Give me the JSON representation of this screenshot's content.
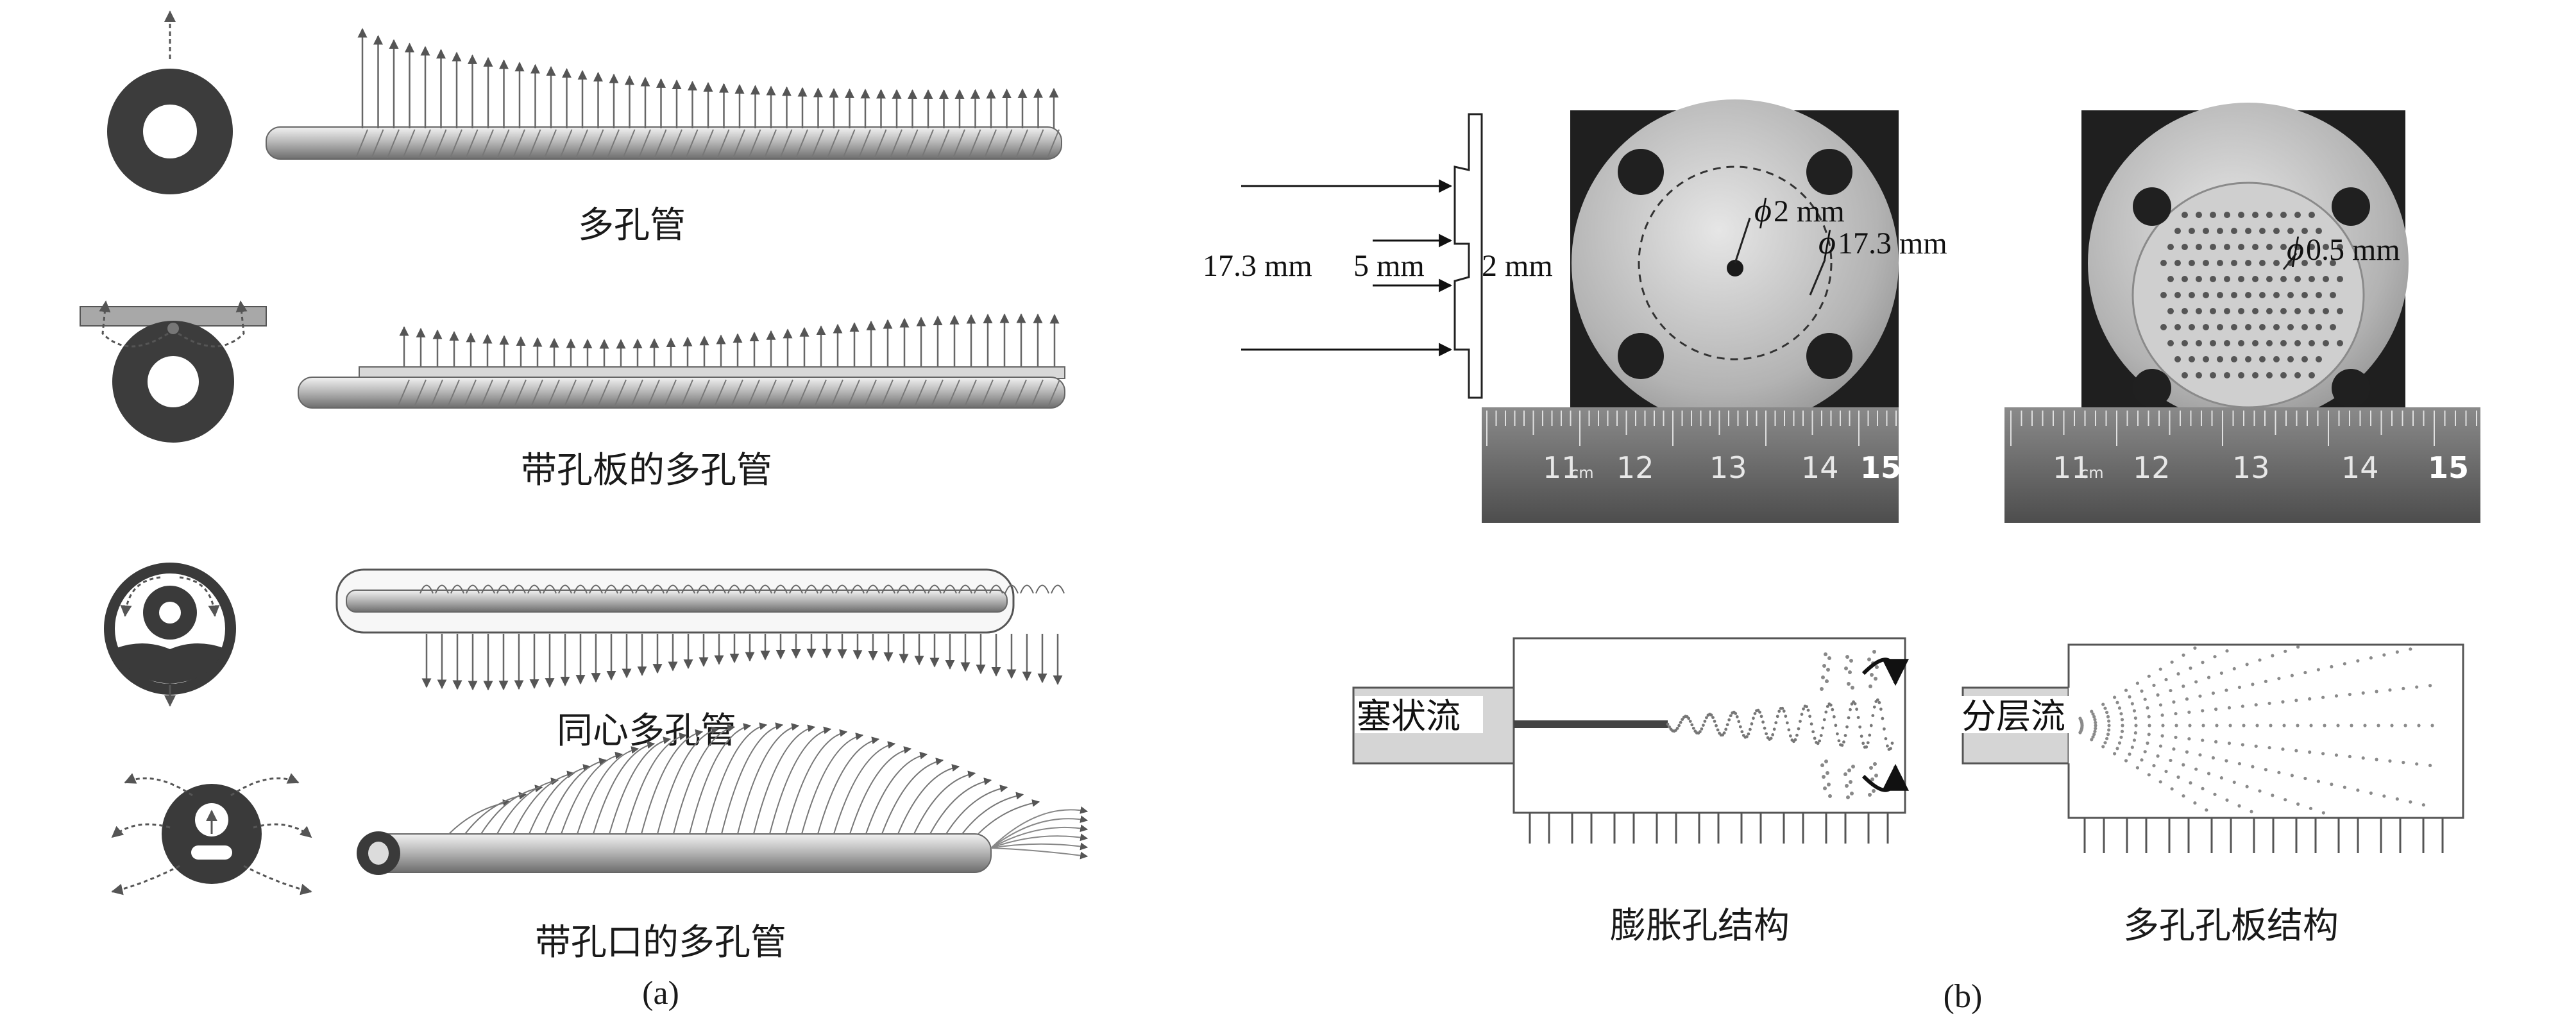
{
  "panel_a": {
    "items": [
      {
        "caption": "多孔管"
      },
      {
        "caption": "带孔板的多孔管"
      },
      {
        "caption": "同心多孔管"
      },
      {
        "caption": "带孔口的多孔管"
      }
    ],
    "label": "(a)"
  },
  "panel_b": {
    "dims": {
      "total": "17.3 mm",
      "middle": "5 mm",
      "inner": "2 mm"
    },
    "photo1": {
      "d_small": "2 mm",
      "d_large": "17.3 mm",
      "phi": "ϕ"
    },
    "photo2": {
      "d_hole": "0.5 mm",
      "phi": "ϕ"
    },
    "ruler_labels": [
      "11",
      "cm",
      "12",
      "13",
      "14",
      "15"
    ],
    "flow1": {
      "label": "塞状流",
      "caption": "膨胀孔结构"
    },
    "flow2": {
      "label": "分层流",
      "caption": "多孔孔板结构"
    },
    "label": "(b)"
  },
  "colors": {
    "ink": "#1a1a1a",
    "tube_dark": "#3a3a3a",
    "ring": "#444444",
    "plate_metal": "#c8c8c8",
    "photo_bg": "#202020",
    "ruler": "#6f6f6f"
  }
}
